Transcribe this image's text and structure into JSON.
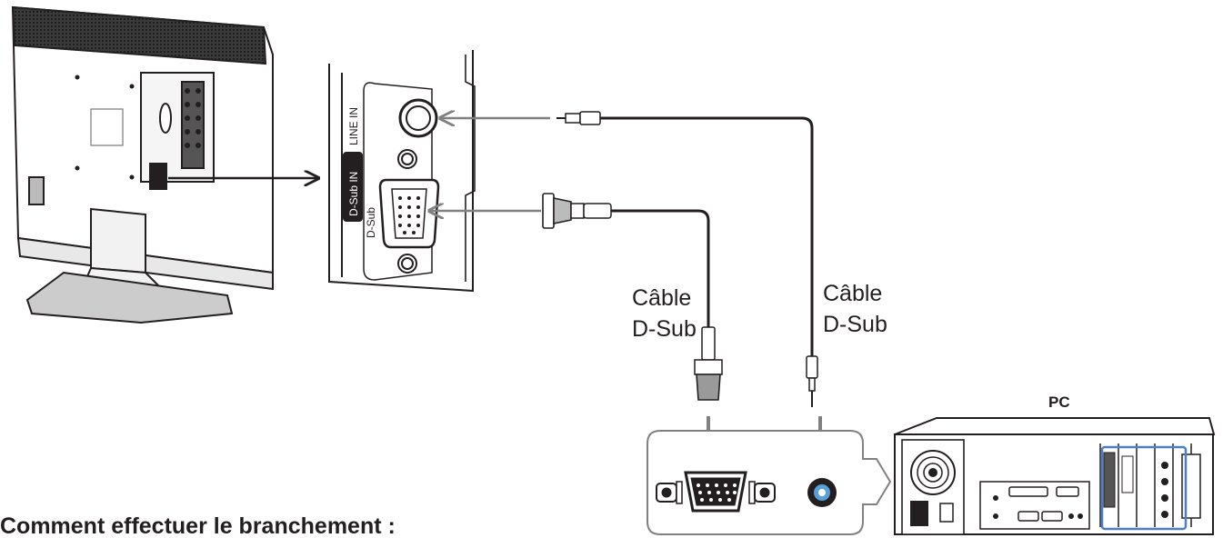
{
  "heading": "Comment effectuer le branchement :",
  "panel": {
    "group_label": "D-Sub IN",
    "port_dsub": "D-Sub",
    "port_line_in": "LINE IN"
  },
  "cables": {
    "vga_cable": {
      "line1": "Câble",
      "line2": "D-Sub"
    },
    "audio_cable": {
      "line1": "Câble",
      "line2": "D-Sub"
    }
  },
  "pc": {
    "label": "PC"
  },
  "colors": {
    "line": "#231f20",
    "arrow": "#808080",
    "accent": "#4a7fc1",
    "port_blue": "#5aa0d8"
  }
}
